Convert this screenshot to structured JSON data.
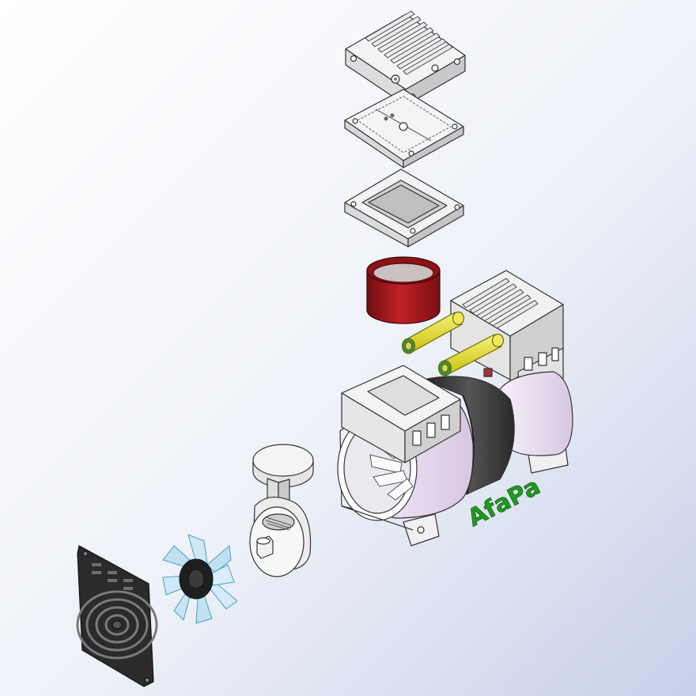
{
  "watermark": {
    "text": "AfaPa",
    "color": "#1e9a1e"
  },
  "colors": {
    "background_light": "#ffffff",
    "background_blue": "#c7d0e8",
    "body_lavender": "#e8dcef",
    "band_dark": "#3a3a3a",
    "cylinder_red": "#a3161a",
    "tube_yellow": "#e8e21a",
    "fan_blue": "#bfe0f0",
    "grille_dark": "#2b2b2b"
  },
  "parts": [
    {
      "name": "cylinder-head-cover",
      "icon": "heat-sink-icon"
    },
    {
      "name": "valve-plate",
      "icon": "plate-icon"
    },
    {
      "name": "cylinder-frame",
      "icon": "frame-icon"
    },
    {
      "name": "cylinder-sleeve",
      "icon": "cylinder-icon"
    },
    {
      "name": "transfer-tubes",
      "icon": "tube-icon"
    },
    {
      "name": "motor-housing",
      "icon": "motor-icon"
    },
    {
      "name": "connecting-rod-piston",
      "icon": "piston-icon"
    },
    {
      "name": "cooling-fan",
      "icon": "fan-icon"
    },
    {
      "name": "fan-guard-grille",
      "icon": "grille-icon"
    }
  ]
}
